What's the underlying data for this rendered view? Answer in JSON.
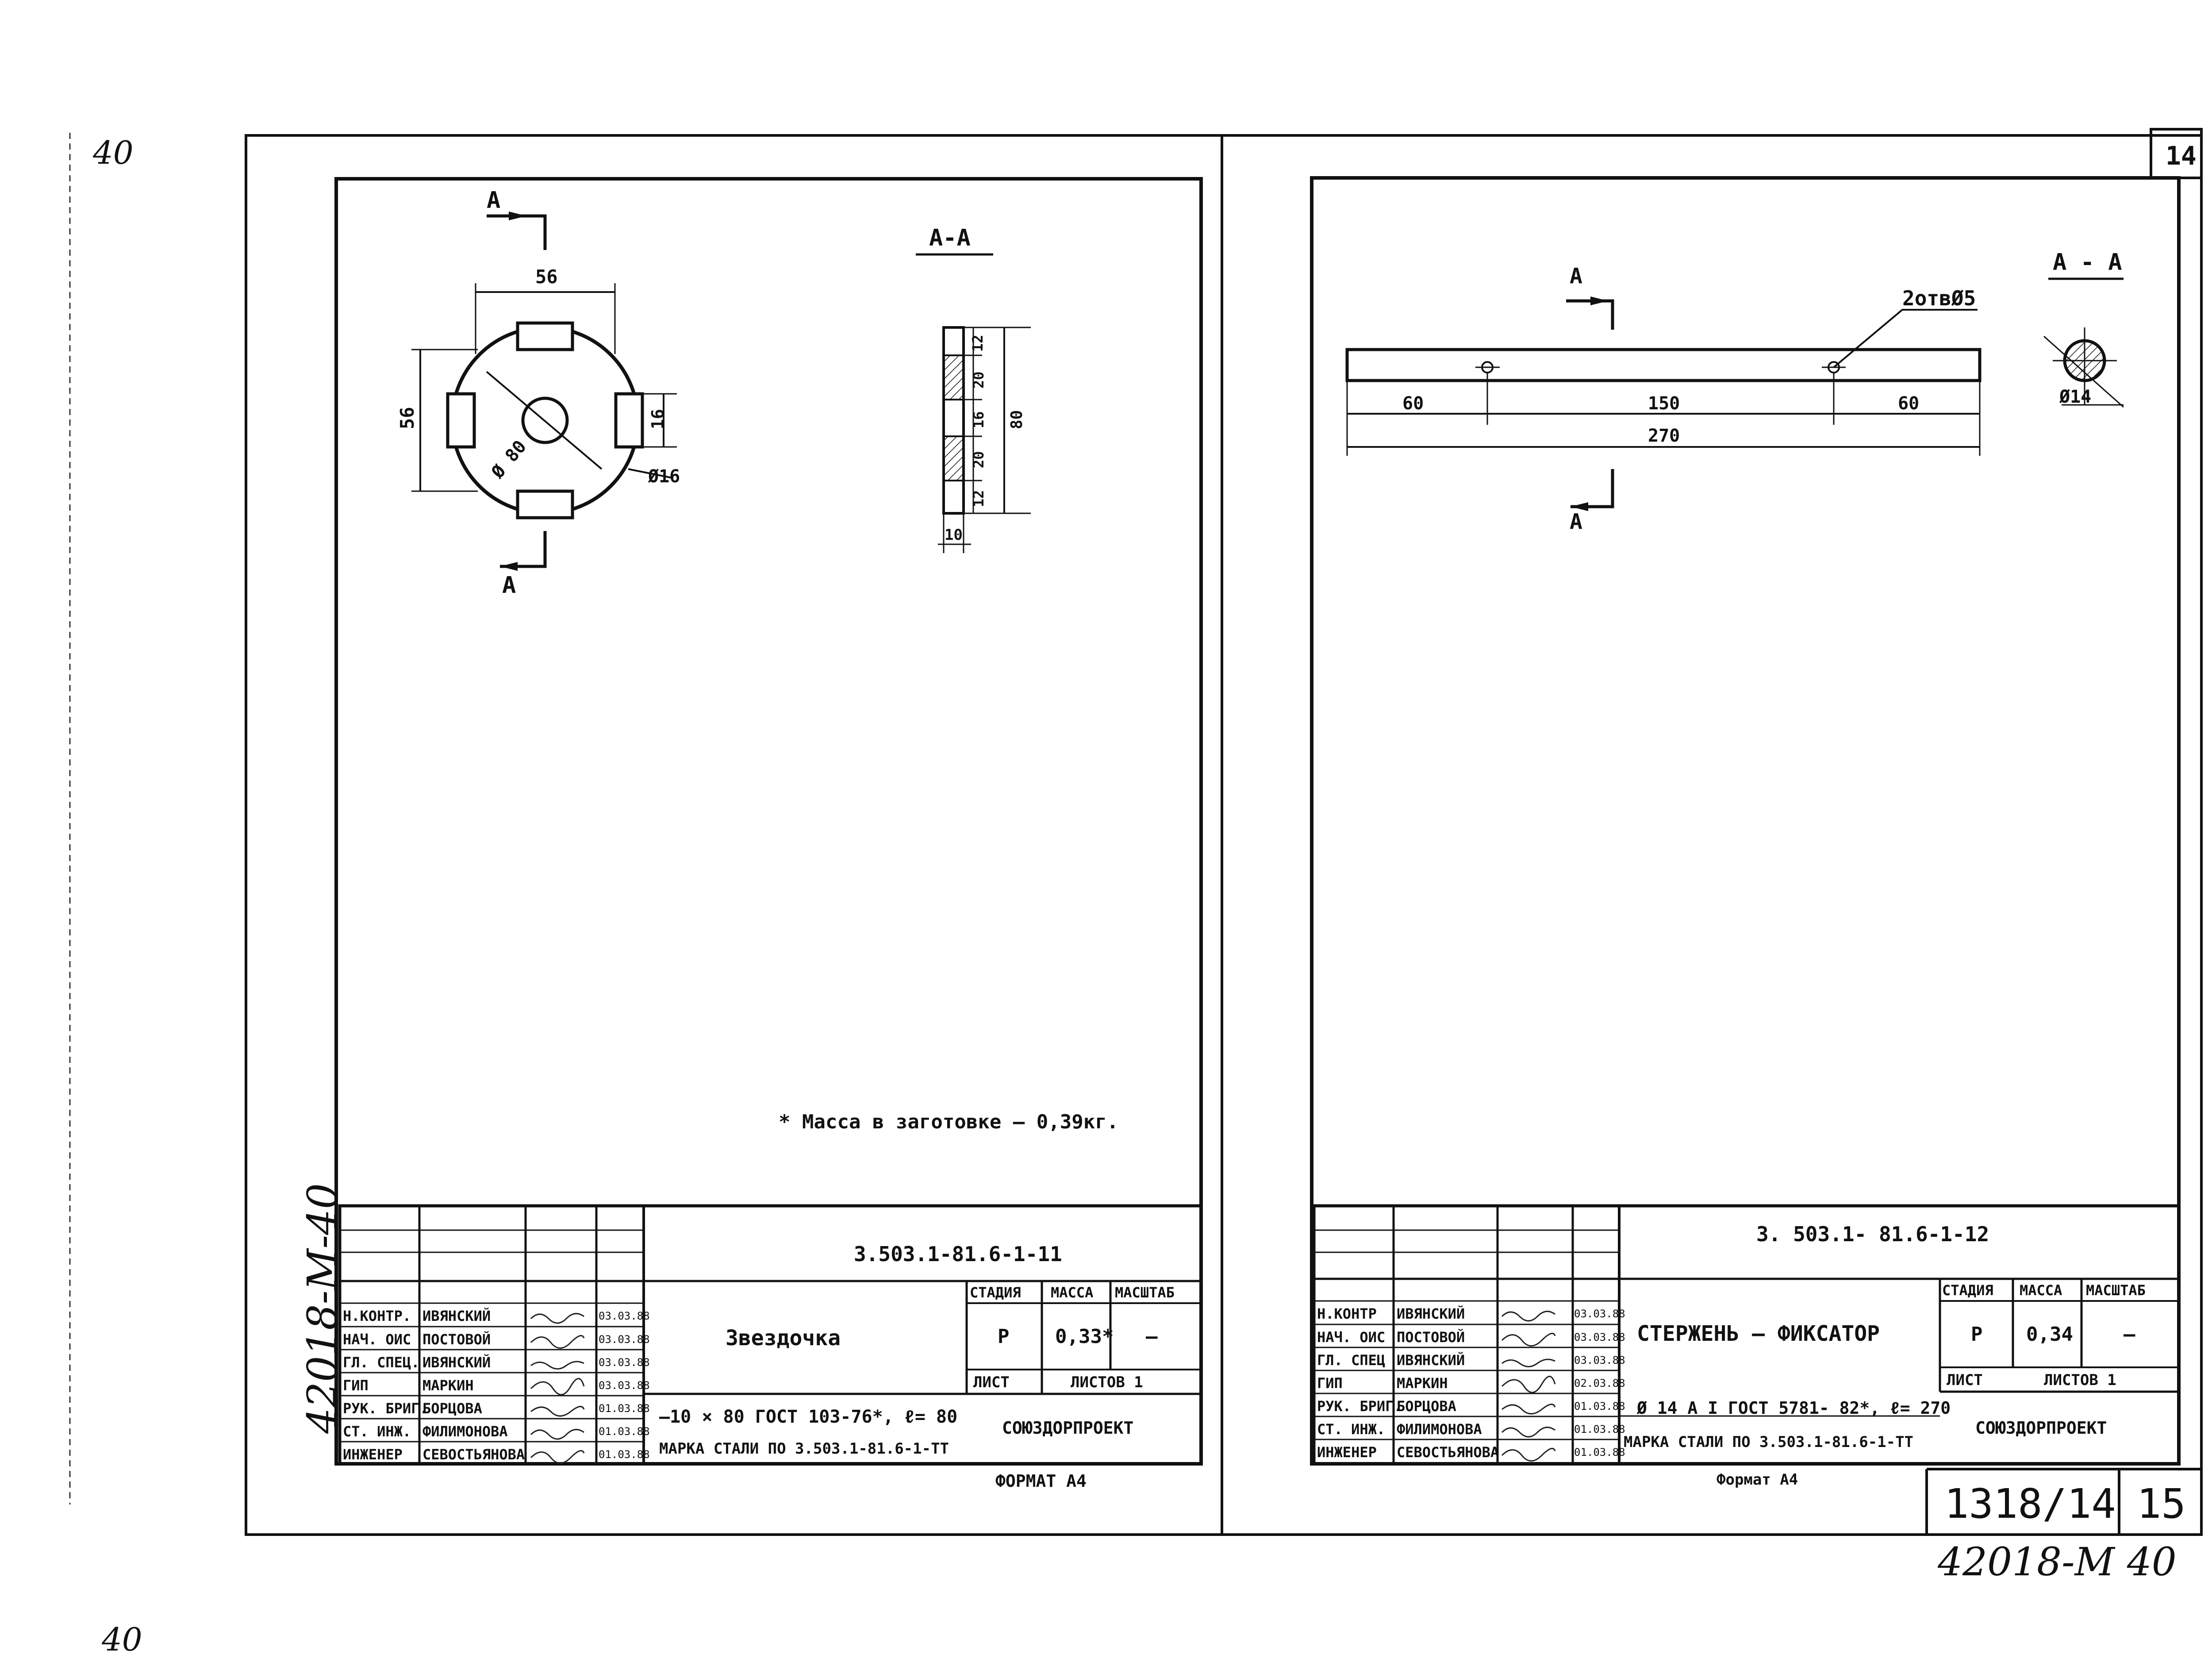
{
  "margin": {
    "top_left_note": "40",
    "bottom_left_note": "40"
  },
  "sheet_number_top": "14",
  "left_sheet": {
    "section_label": "А-А",
    "cut_label_top": "А",
    "cut_label_bottom": "А",
    "dims": {
      "width_56": "56",
      "height_56": "56",
      "diameter_80": "Ø 80",
      "slot_16": "16",
      "hole_16": "Ø16",
      "section_12a": "12",
      "section_20a": "20",
      "section_16": "16",
      "section_20b": "20",
      "section_12b": "12",
      "section_80": "80",
      "section_10": "10"
    },
    "note": "* Масса в заготовке – 0,39кг.",
    "vertical_stamp": "42018-М-40",
    "title_block": {
      "code": "3.503.1-81.6-1-11",
      "title": "Звездочка",
      "stage_label": "СТАДИЯ",
      "mass_label": "МАССА",
      "scale_label": "МАСШТАБ",
      "stage_value": "Р",
      "mass_value": "0,33*",
      "scale_value": "—",
      "sheet_label": "ЛИСТ",
      "sheets_label": "ЛИСТОВ  1",
      "material_line1": "—10 × 80 ГОСТ 103-76*, ℓ= 80",
      "material_line2": "МАРКА СТАЛИ ПО 3.503.1-81.6-1-ТТ",
      "org": "СОЮЗДОРПРОЕКТ",
      "format": "ФОРМАТ А4",
      "roles": [
        "Н.КОНТР.",
        "НАЧ. ОИС",
        "ГЛ. СПЕЦ.",
        "ГИП",
        "РУК. БРИГ.",
        "СТ. ИНЖ.",
        "ИНЖЕНЕР"
      ],
      "names": [
        "ИВЯНСКИЙ",
        "ПОСТОВОЙ",
        "ИВЯНСКИЙ",
        "МАРКИН",
        "БОРЦОВА",
        "ФИЛИМОНОВА",
        "СЕВОСТЬЯНОВА"
      ],
      "dates": [
        "03.03.88",
        "03.03.88",
        "03.03.88",
        "03.03.88",
        "01.03.88",
        "01.03.88",
        "01.03.88"
      ]
    }
  },
  "right_sheet": {
    "section_label": "А - А",
    "cut_label_top": "А",
    "cut_label_bottom": "А",
    "hole_note": "2отвØ5",
    "dims": {
      "d60a": "60",
      "d150": "150",
      "d60b": "60",
      "d270": "270",
      "d14": "Ø14"
    },
    "title_block": {
      "code": "3. 503.1- 81.6-1-12",
      "title": "СТЕРЖЕНЬ — ФИКСАТОР",
      "stage_label": "СТАДИЯ",
      "mass_label": "МАССА",
      "scale_label": "МАСШТАБ",
      "stage_value": "Р",
      "mass_value": "0,34",
      "scale_value": "—",
      "sheet_label": "ЛИСТ",
      "sheets_label": "ЛИСТОВ 1",
      "material_line1": "Ø 14 А I  ГОСТ 5781- 82*, ℓ= 270",
      "material_line2": "МАРКА СТАЛИ ПО 3.503.1-81.6-1-ТТ",
      "org": "СОЮЗДОРПРОЕКТ",
      "format": "Формат А4",
      "roles": [
        "Н.КОНТР",
        "НАЧ. ОИС",
        "ГЛ. СПЕЦ",
        "ГИП",
        "РУК. БРИГ.",
        "СТ. ИНЖ.",
        "ИНЖЕНЕР"
      ],
      "names": [
        "ИВЯНСКИЙ",
        "ПОСТОВОЙ",
        "ИВЯНСКИЙ",
        "МАРКИН",
        "БОРЦОВА",
        "ФИЛИМОНОВА",
        "СЕВОСТЬЯНОВА"
      ],
      "dates": [
        "03.03.88",
        "03.03.88",
        "03.03.88",
        "02.03.88",
        "01.03.88",
        "01.03.88",
        "01.03.88"
      ]
    }
  },
  "footer": {
    "album": "1318/14",
    "page": "15",
    "handwritten": "42018-М  40"
  }
}
